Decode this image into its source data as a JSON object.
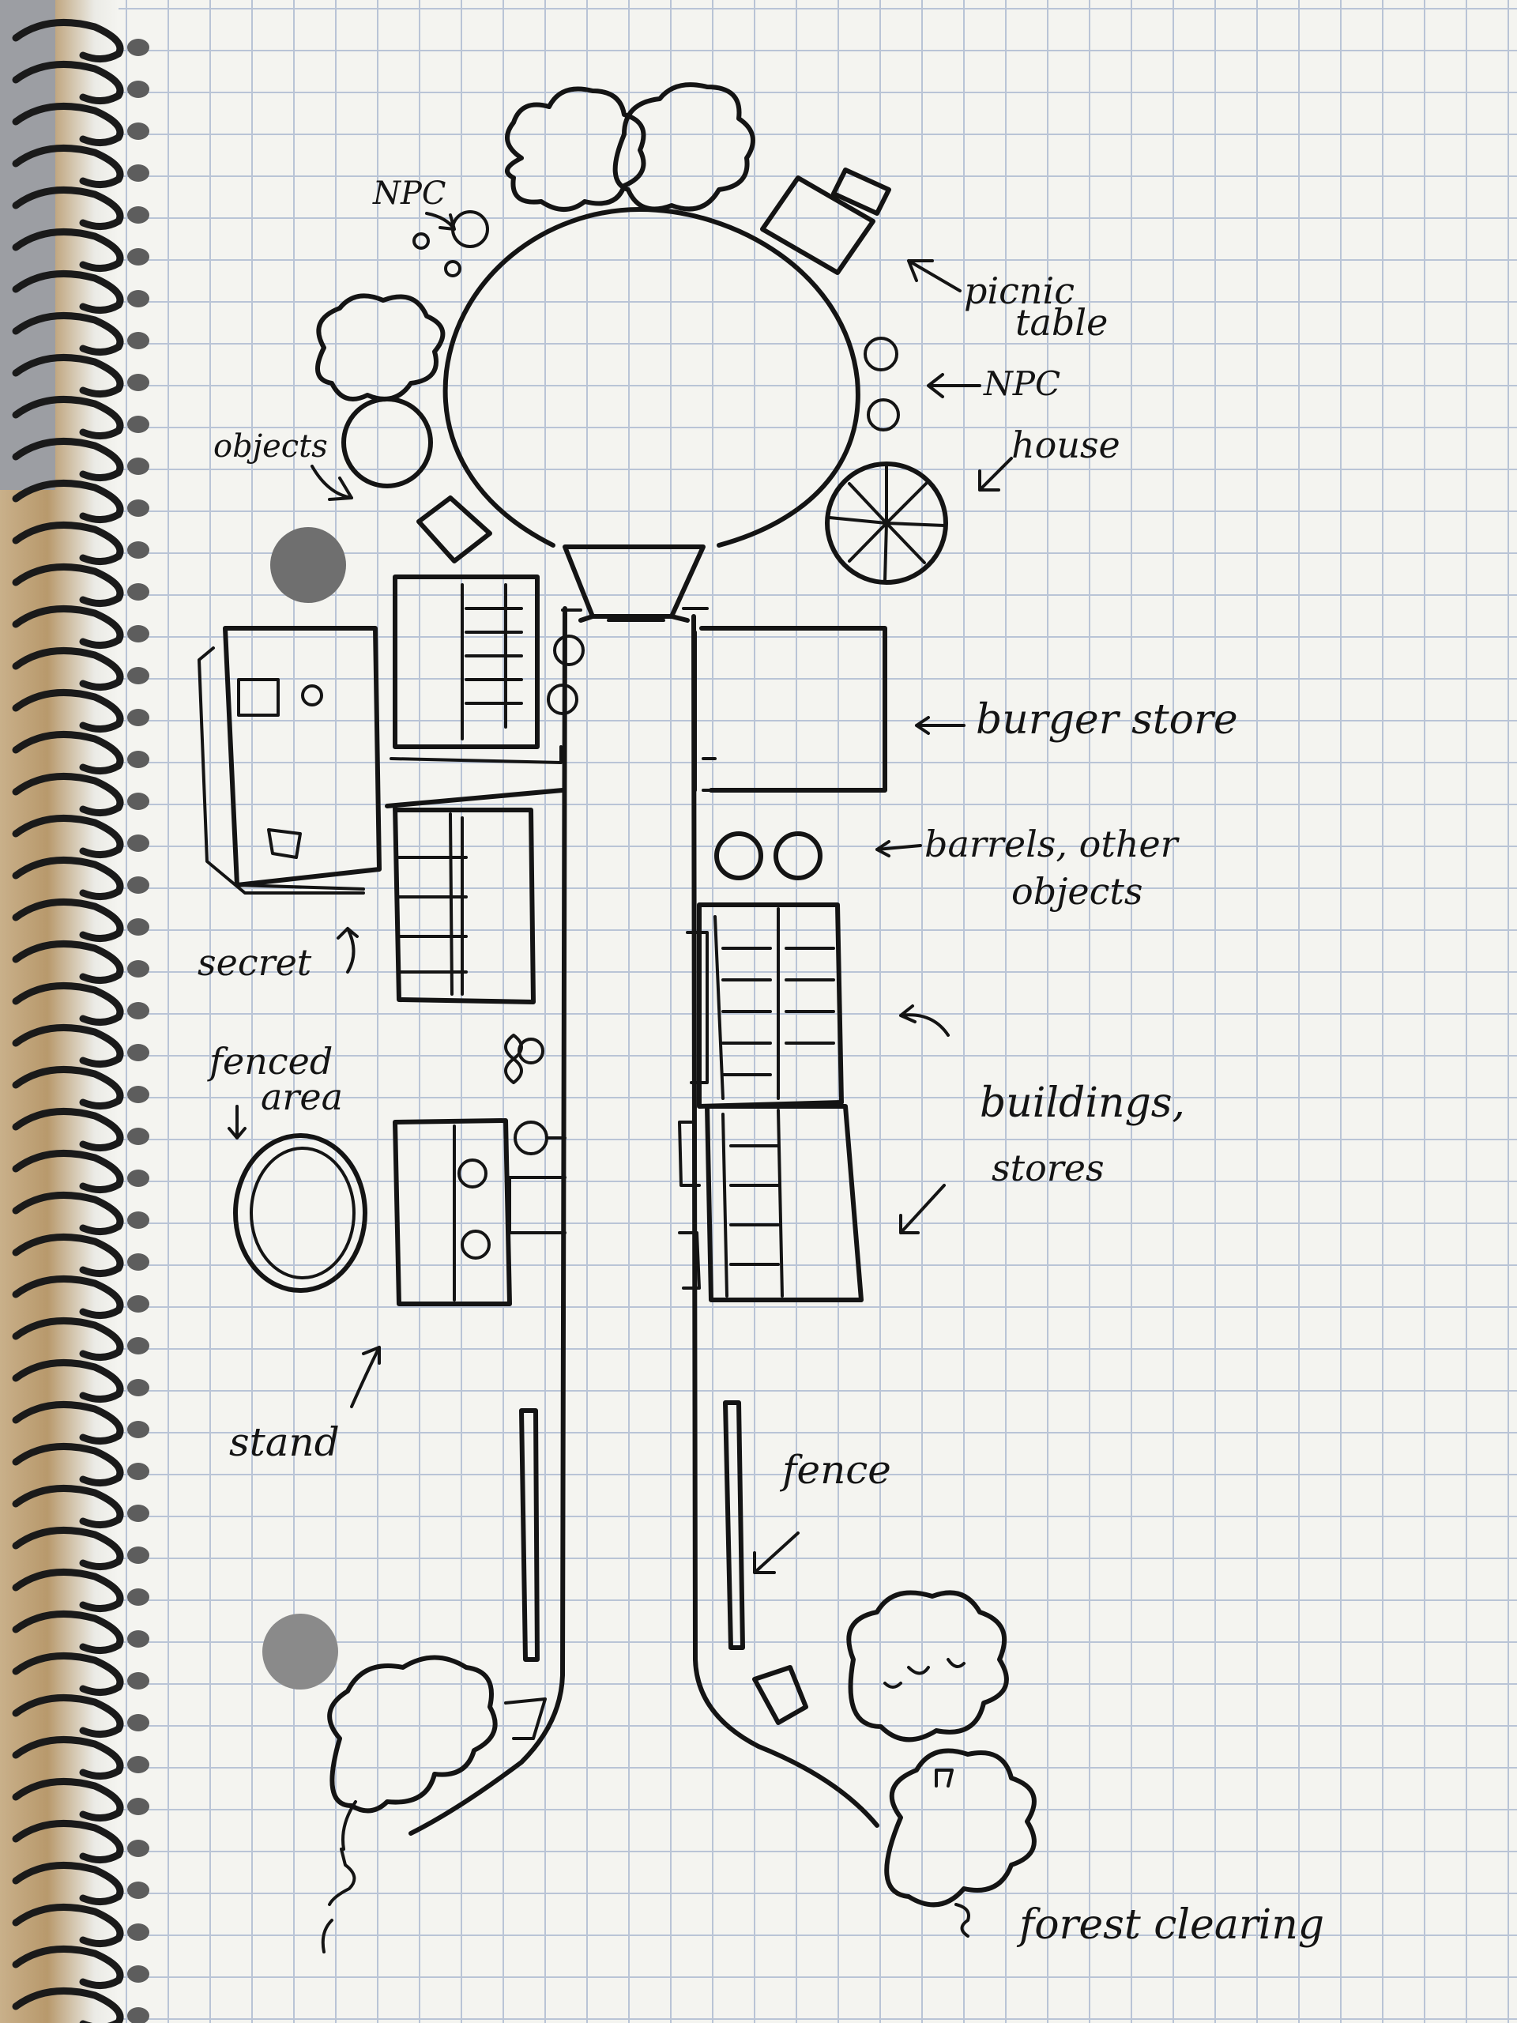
{
  "labels": {
    "npc_top_left": "NPC",
    "picnic_table_1": "picnic",
    "picnic_table_2": "table",
    "npc_right": "NPC",
    "house": "house",
    "objects": "objects",
    "burger_store": "burger store",
    "barrels_1": "barrels, other",
    "barrels_2": "objects",
    "secret": "secret",
    "fenced_area_1": "fenced",
    "fenced_area_2": "area",
    "buildings_1": "buildings,",
    "buildings_2": "stores",
    "stand": "stand",
    "fence": "fence",
    "forest_clearing": "forest clearing"
  },
  "colors": {
    "paper": "#f4f4f0",
    "grid": "#b9c4d6",
    "ink": "#141414"
  }
}
